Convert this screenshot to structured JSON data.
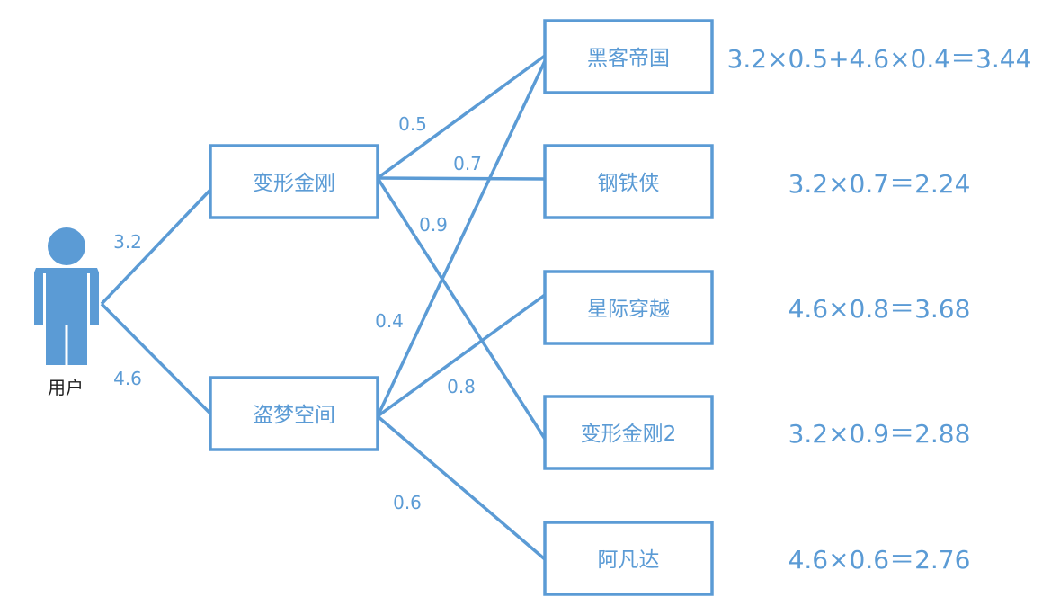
{
  "user": {
    "label": "用户"
  },
  "watched": [
    {
      "label": "变形金刚"
    },
    {
      "label": "盗梦空间"
    }
  ],
  "user_weights": [
    "3.2",
    "4.6"
  ],
  "recommended": [
    {
      "label": "黑客帝国",
      "formula": "3.2×0.5+4.6×0.4＝3.44"
    },
    {
      "label": "钢铁侠",
      "formula": "3.2×0.7＝2.24"
    },
    {
      "label": "星际穿越",
      "formula": "4.6×0.8＝3.68"
    },
    {
      "label": "变形金刚2",
      "formula": "3.2×0.9＝2.88"
    },
    {
      "label": "阿凡达",
      "formula": "4.6×0.6＝2.76"
    }
  ],
  "similarity_weights": {
    "w1": "0.5",
    "w2": "0.7",
    "w3": "0.9",
    "w4": "0.4",
    "w5": "0.8",
    "w6": "0.6"
  },
  "colors": {
    "accent": "#5b9bd5",
    "user_text": "#222222"
  }
}
